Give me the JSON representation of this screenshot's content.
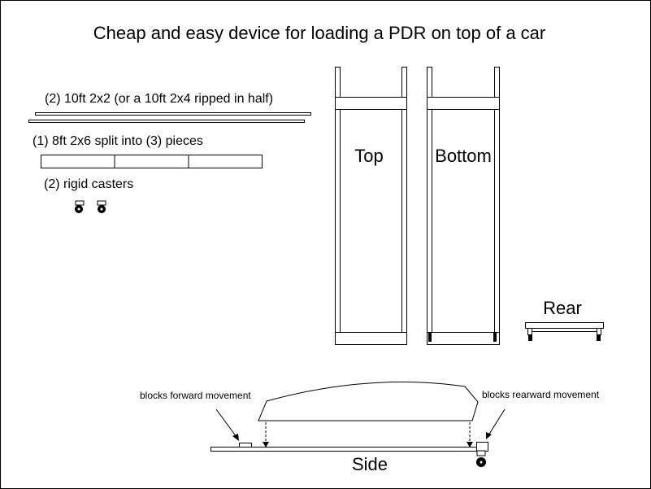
{
  "title": "Cheap and easy device for loading a PDR on top of a car",
  "materials": {
    "item1": "(2) 10ft 2x2 (or a 10ft 2x4 ripped in half)",
    "item2": "(1) 8ft 2x6 split into (3) pieces",
    "item3": "(2) rigid casters"
  },
  "views": {
    "top": "Top",
    "bottom": "Bottom",
    "rear": "Rear",
    "side": "Side"
  },
  "annotations": {
    "forward": "blocks forward movement",
    "rearward": "blocks rearward movement"
  },
  "colors": {
    "line": "#000000",
    "background": "#ffffff",
    "grey": "#888888"
  }
}
